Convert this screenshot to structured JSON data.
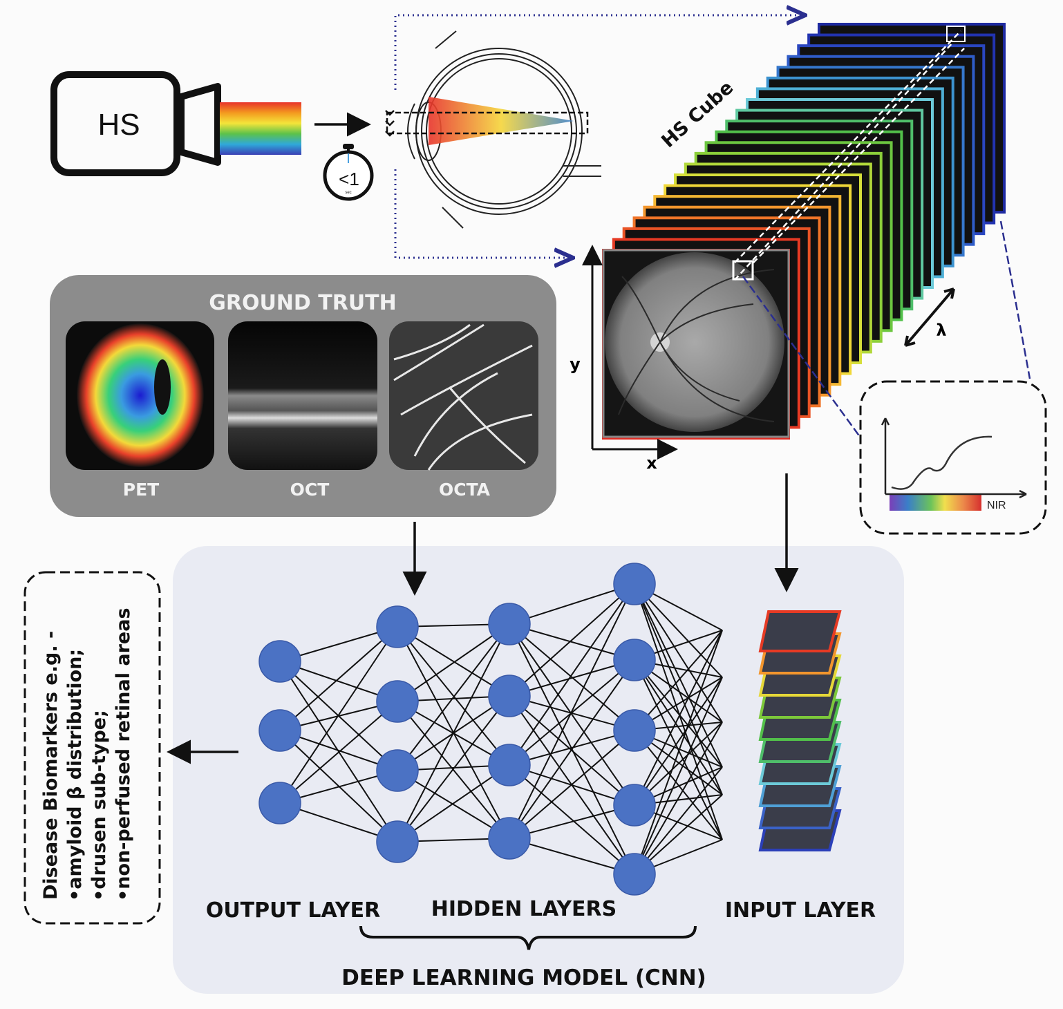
{
  "camera": {
    "label": "HS"
  },
  "timer": {
    "value": "<1",
    "unit": "sec"
  },
  "cube": {
    "label": "HS Cube",
    "axis_x": "x",
    "axis_y": "y",
    "axis_lambda": "λ"
  },
  "spectrum_inset": {
    "label": "NIR"
  },
  "ground_truth": {
    "title": "GROUND TRUTH",
    "images": [
      {
        "label": "PET"
      },
      {
        "label": "OCT"
      },
      {
        "label": "OCTA"
      }
    ]
  },
  "model": {
    "output_layer": "OUTPUT LAYER",
    "hidden_layers": "HIDDEN LAYERS",
    "input_layer": "INPUT LAYER",
    "title": "DEEP LEARNING MODEL (CNN)"
  },
  "biomarkers": {
    "lines": [
      "Disease Biomarkers e.g. -",
      "•amyloid  β distribution;",
      "•drusen sub-type;",
      "•non-perfused retinal areas"
    ]
  },
  "colors": {
    "node": "#4b72c4",
    "panel_gray": "#8c8c8c",
    "panel_model": "#e9ebf3",
    "dotted_arrow": "#2b2f8f"
  }
}
